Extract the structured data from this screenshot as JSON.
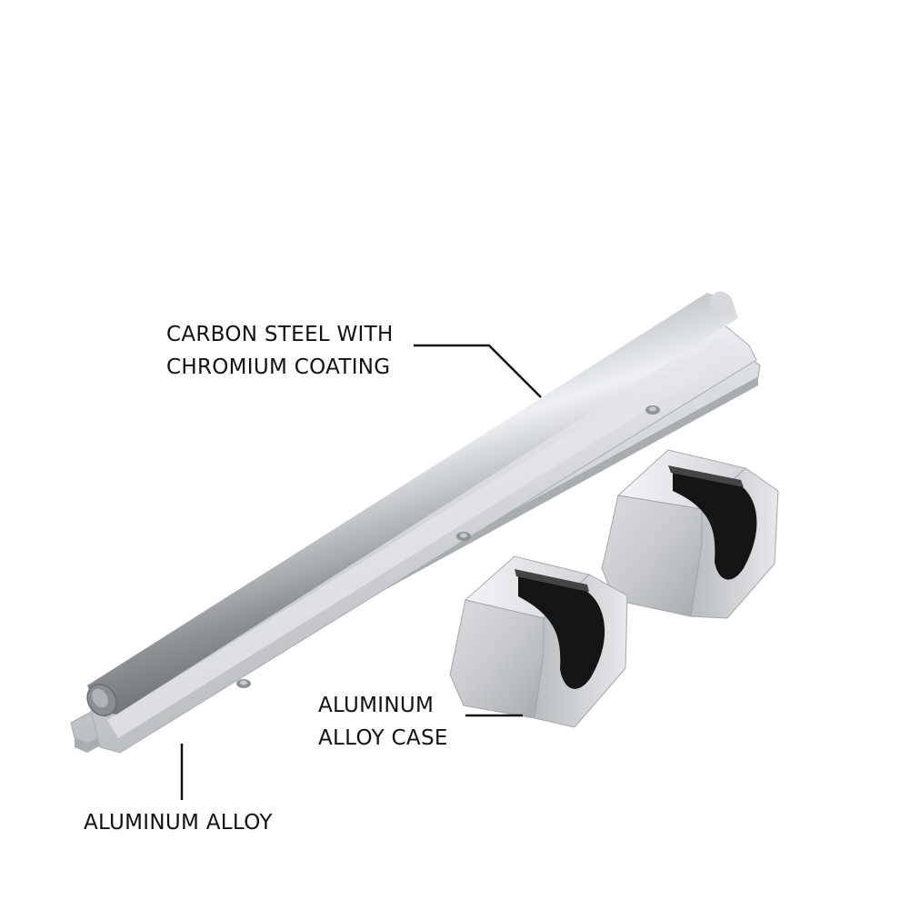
{
  "callouts": {
    "rod": {
      "line1": "CARBON STEEL WITH",
      "line2": "CHROMIUM COATING"
    },
    "case": {
      "line1": "ALUMINUM",
      "line2": "ALLOY CASE"
    },
    "base": {
      "line1": "ALUMINUM ALLOY"
    }
  },
  "colors": {
    "background": "#ffffff",
    "aluminum_light": "#e6e7ea",
    "aluminum_mid": "#c9cbcf",
    "aluminum_dark": "#9fa2a7",
    "bearing_black": "#151515",
    "leader_line": "#111111"
  }
}
